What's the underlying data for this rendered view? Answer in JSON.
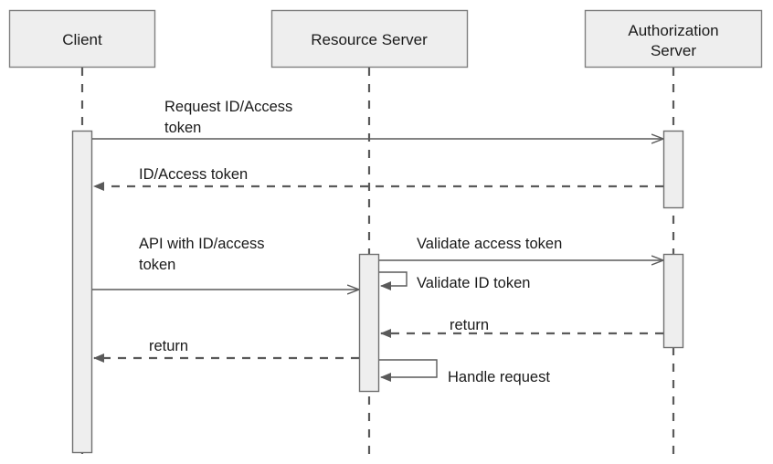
{
  "diagram": {
    "type": "uml-sequence-diagram",
    "background_color": "#ffffff",
    "lifeline_box_fill": "#eeeeee",
    "lifeline_box_stroke": "#808080",
    "activation_fill": "#eeeeee",
    "activation_stroke": "#707070",
    "line_color": "#5a5a5a",
    "text_color": "#1a1a1a",
    "participants": [
      {
        "id": "client",
        "label": "Client"
      },
      {
        "id": "resource-server",
        "label": "Resource Server"
      },
      {
        "id": "authorization-server",
        "label_line1": "Authorization",
        "label_line2": "Server",
        "label": "Authorization Server"
      }
    ],
    "messages": [
      {
        "id": "m1",
        "label": "Request ID/Access token",
        "label_line1": "Request ID/Access",
        "label_line2": "token",
        "from": "client",
        "to": "authorization-server",
        "style": "solid",
        "direction": "right"
      },
      {
        "id": "m2",
        "label": "ID/Access token",
        "from": "authorization-server",
        "to": "client",
        "style": "dashed",
        "direction": "left"
      },
      {
        "id": "m3",
        "label": "API with ID/access token",
        "label_line1": "API with ID/access",
        "label_line2": "token",
        "from": "client",
        "to": "resource-server",
        "style": "solid",
        "direction": "right"
      },
      {
        "id": "m4",
        "label": "Validate access token",
        "from": "resource-server",
        "to": "authorization-server",
        "style": "solid",
        "direction": "right"
      },
      {
        "id": "m5",
        "label": "Validate ID token",
        "from": "resource-server",
        "to": "resource-server",
        "style": "solid",
        "direction": "self"
      },
      {
        "id": "m6",
        "label": "return",
        "from": "authorization-server",
        "to": "resource-server",
        "style": "dashed",
        "direction": "left"
      },
      {
        "id": "m7",
        "label": "Handle request",
        "from": "resource-server",
        "to": "resource-server",
        "style": "solid",
        "direction": "self"
      },
      {
        "id": "m8",
        "label": "return",
        "from": "resource-server",
        "to": "client",
        "style": "dashed",
        "direction": "left"
      }
    ]
  }
}
